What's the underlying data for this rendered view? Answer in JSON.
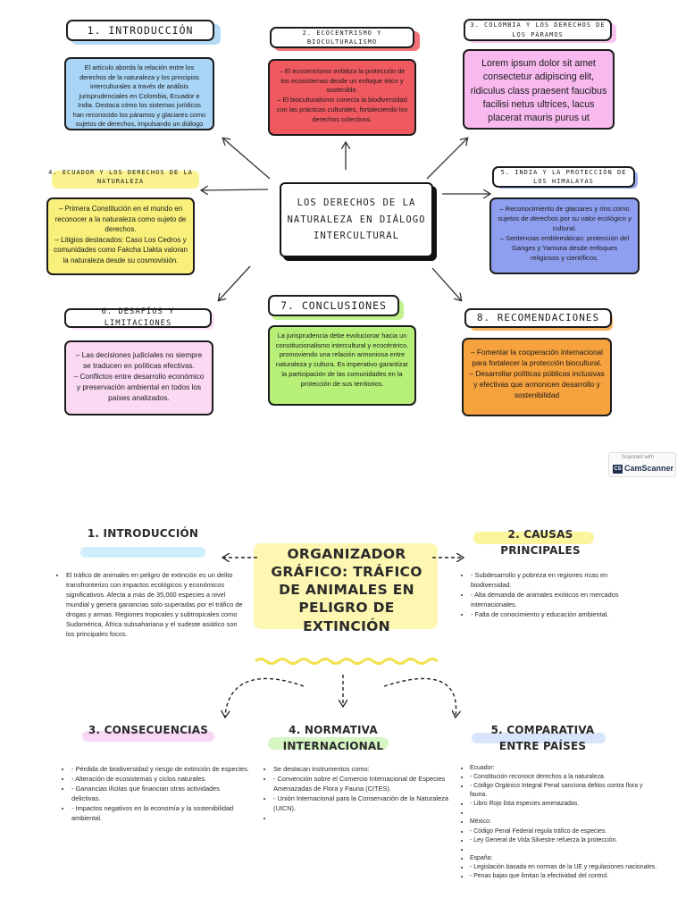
{
  "mindmap": {
    "center": "LOS DERECHOS DE LA NATURALEZA EN DIÁLOGO INTERCULTURAL",
    "nodes": [
      {
        "title": "1. INTRODUCCIÓN",
        "body": "El artículo aborda la relación entre los derechos de la naturaleza y los principios interculturales a través de análisis jurisprudenciales en Colombia, Ecuador e India. Destaca cómo los sistemas jurídicos han reconocido los páramos y glaciares como sujetos de derechos, impulsando un diálogo biocultural.",
        "color": "#a8d4f5"
      },
      {
        "title": "2. ECOCENTRISMO Y BIOCULTURALISMO",
        "body": "– El ecocentrismo enfatiza la protección de los ecosistemas desde un enfoque ético y sostenible.\n– El bioculturalismo conecta la biodiversidad con las prácticas culturales, fortaleciendo los derechos colectivos.",
        "color": "#f0595f"
      },
      {
        "title": "3. COLOMBIA Y LOS DERECHOS DE LOS PÁRAMOS",
        "body": "Lorem ipsum dolor sit amet consectetur adipiscing elit, ridiculus class praesent faucibus facilisi netus ultrices, lacus placerat mauris purus ut semper.",
        "color": "#f7b9ee"
      },
      {
        "title": "4. ECUADOR Y LOS DERECHOS DE LA NATURALEZA",
        "body": "– Primera Constitución en el mundo en reconocer a la naturaleza como sujeto de derechos.\n– Litigios destacados: Caso Los Cedros y comunidades como Fakcha Llakta valoran la naturaleza desde su cosmovisión.",
        "color": "#f8f07a"
      },
      {
        "title": "5. INDIA Y LA PROTECCIÓN DE LOS HIMALAYAS",
        "body": "– Reconocimiento de glaciares y ríos como sujetos de derechos por su valor ecológico y cultural.\n– Sentencias emblemáticas: protección del Ganges y Yamuna desde enfoques religiosos y científicos.",
        "color": "#8f9ff0"
      },
      {
        "title": "6. DESAFÍOS Y LIMITACIONES",
        "body": "– Las decisiones judiciales no siempre se traducen en políticas efectivas.\n– Conflictos entre desarrollo económico y preservación ambiental en todos los países analizados.",
        "color": "#fbd9f3"
      },
      {
        "title": "7. CONCLUSIONES",
        "body": "La jurisprudencia debe evolucionar hacia un constitucionalismo intercultural y ecocéntrico, promoviendo una relación armoniosa entre naturaleza y cultura. Es imperativo garantizar la participación de las comunidades en la protección de sus territorios.",
        "color": "#b6f078"
      },
      {
        "title": "8. RECOMENDACIONES",
        "body": "– Fomentar la cooperación internacional para fortalecer la protección biocultural.\n– Desarrollar políticas públicas inclusivas y efectivas que armonicen desarrollo y sostenibilidad",
        "color": "#f5a23f"
      }
    ]
  },
  "scanner": {
    "label": "Scanned with",
    "brand": "CamScanner",
    "logo": "CS"
  },
  "organizer": {
    "title": "ORGANIZADOR GRÁFICO: TRÁFICO DE ANIMALES EN PELIGRO DE EXTINCIÓN",
    "sections": [
      {
        "title": "1. INTRODUCCIÓN",
        "items": [
          "El tráfico de animales en peligro de extinción es un delito transfronterizo con impactos ecológicos y económicos significativos. Afecta a más de 35,000 especies a nivel mundial y genera ganancias solo superadas por el tráfico de drogas y armas. Regiones tropicales y subtropicales como Sudamérica, África subsahariana y el sudeste asiático son los principales focos."
        ]
      },
      {
        "title": "2. CAUSAS PRINCIPALES",
        "items": [
          "- Subdesarrollo y pobreza en regiones ricas en biodiversidad.",
          "- Alta demanda de animales exóticos en mercados internacionales.",
          "- Falta de conocimiento y educación ambiental."
        ]
      },
      {
        "title": "3. CONSECUENCIAS",
        "items": [
          "- Pérdida de biodiversidad y riesgo de extinción de especies.",
          "- Alteración de ecosistemas y ciclos naturales.",
          "- Ganancias ilícitas que financian otras actividades delictivas.",
          "- Impactos negativos en la economía y la sostenibilidad ambiental."
        ]
      },
      {
        "title": "4. NORMATIVA INTERNACIONAL",
        "items": [
          "Se destacan instrumentos como:",
          "- Convención sobre el Comercio Internacional de Especies Amenazadas de Flora y Fauna (CITES).",
          "- Unión Internacional para la Conservación de la Naturaleza (UICN).",
          ""
        ]
      },
      {
        "title": "5. COMPARATIVA ENTRE PAÍSES",
        "items": [
          "Ecuador:",
          "- Constitución reconoce derechos a la naturaleza.",
          "- Código Orgánico Integral Penal sanciona delitos contra flora y fauna.",
          "- Libro Rojo lista especies amenazadas.",
          "",
          "México:",
          "- Código Penal Federal regula tráfico de especies.",
          "- Ley General de Vida Silvestre refuerza la protección.",
          "",
          "España:",
          "- Legislación basada en normas de la UE y regulaciones nacionales.",
          "- Penas bajas que limitan la efectividad del control."
        ]
      }
    ]
  }
}
